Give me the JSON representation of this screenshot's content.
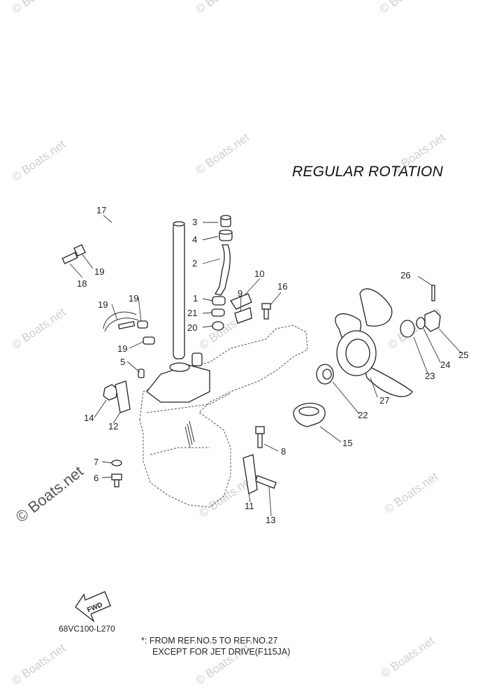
{
  "header": {
    "rotation_title": "REGULAR ROTATION"
  },
  "footer": {
    "drawing_code": "68VC100-L270",
    "note_line1": "*: FROM REF.NO.5 TO REF.NO.27",
    "note_line2": "EXCEPT FOR JET DRIVE(F115JA)"
  },
  "fwd_arrow_label": "FWD",
  "watermark": {
    "small_text": "© Boats.net",
    "large_text": "© Boats.net"
  },
  "callouts": {
    "c1": "1",
    "c2": "2",
    "c3": "3",
    "c4": "4",
    "c5": "5",
    "c6": "6",
    "c7": "7",
    "c8": "8",
    "c9": "9",
    "c10": "10",
    "c11": "11",
    "c12": "12",
    "c13": "13",
    "c14": "14",
    "c15": "15",
    "c16": "16",
    "c17": "17",
    "c18": "18",
    "c19a": "19",
    "c19b": "19",
    "c19c": "19",
    "c19d": "19",
    "c20": "20",
    "c21": "21",
    "c22": "22",
    "c23": "23",
    "c24": "24",
    "c25": "25",
    "c26": "26",
    "c27": "27"
  },
  "colors": {
    "line": "#222222",
    "watermark": "#cfcfcf",
    "background": "#ffffff"
  }
}
